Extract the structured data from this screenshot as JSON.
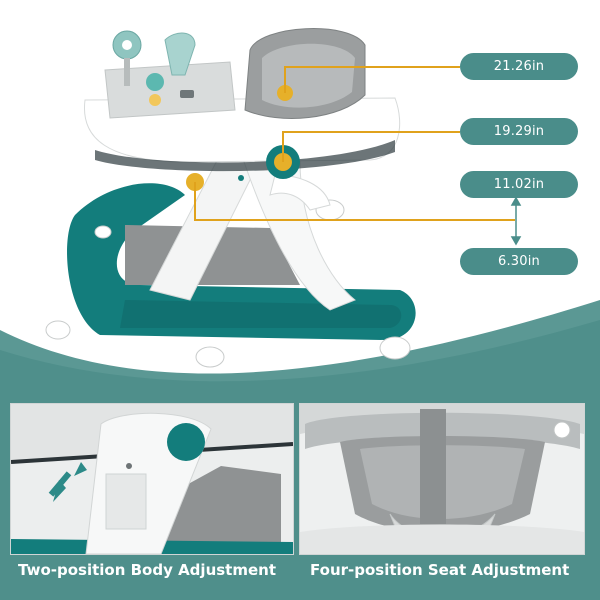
{
  "colors": {
    "teal": "#137d7c",
    "teal_dark": "#0f6665",
    "pill": "#4a8d8a",
    "leader_line": "#e0a21c",
    "background_wave": "#4f8f8b",
    "fabric_gray": "#8f9293"
  },
  "dimensions": [
    {
      "label": "21.26in"
    },
    {
      "label": "19.29in"
    },
    {
      "label": "11.02in"
    },
    {
      "label": "6.30in"
    }
  ],
  "panels": {
    "left": {
      "caption": "Two-position Body Adjustment",
      "icon": "double-arrow-icon"
    },
    "right": {
      "caption": "Four-position Seat Adjustment"
    }
  }
}
